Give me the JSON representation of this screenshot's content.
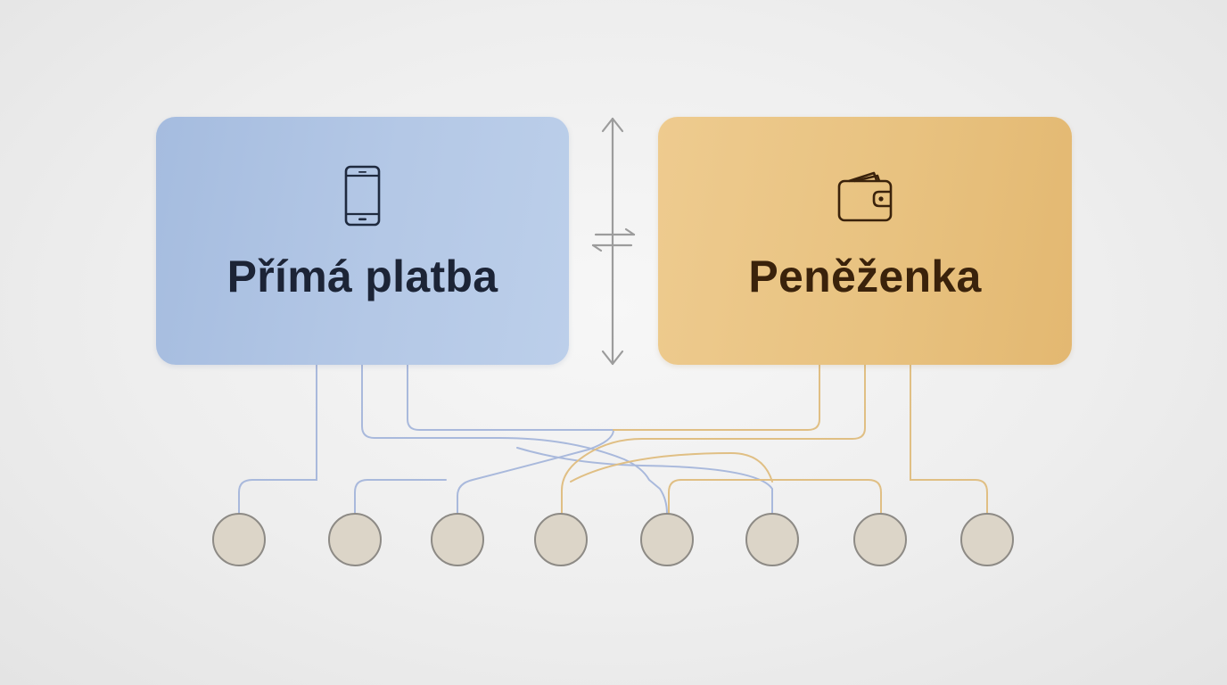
{
  "cards": {
    "direct": {
      "title": "Přímá platba",
      "icon": "smartphone-icon",
      "color": "#b0c5e5"
    },
    "wallet": {
      "title": "Peněženka",
      "icon": "wallet-icon",
      "color": "#e8c280"
    }
  },
  "divider": {
    "icon": "double-arrow-vertical-icon",
    "secondary_icon": "exchange-arrows-icon"
  },
  "nodes": {
    "count": 8,
    "fill": "#dcd5c8",
    "stroke": "#8d8a85"
  },
  "connectors": {
    "direct_color": "#a9b9dc",
    "wallet_color": "#e0bf84"
  }
}
